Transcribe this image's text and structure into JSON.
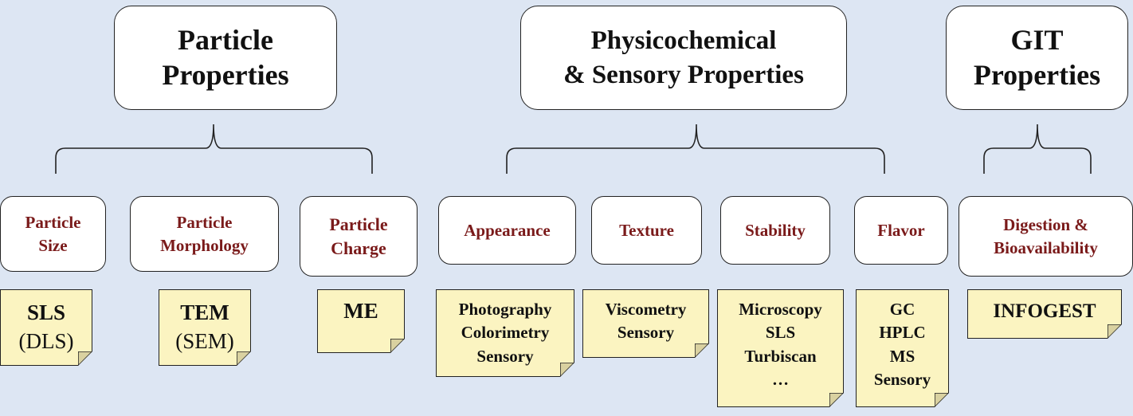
{
  "categories": [
    {
      "id": "particle",
      "lines": [
        "Particle",
        "Properties"
      ]
    },
    {
      "id": "physchem",
      "lines": [
        "Physicochemical",
        "& Sensory Properties"
      ]
    },
    {
      "id": "git",
      "lines": [
        "GIT",
        "Properties"
      ]
    }
  ],
  "properties": [
    {
      "id": "size",
      "lines": [
        "Particle",
        "Size"
      ]
    },
    {
      "id": "morphology",
      "lines": [
        "Particle",
        "Morphology"
      ]
    },
    {
      "id": "charge",
      "lines": [
        "Particle",
        "Charge"
      ]
    },
    {
      "id": "appearance",
      "lines": [
        "Appearance"
      ]
    },
    {
      "id": "texture",
      "lines": [
        "Texture"
      ]
    },
    {
      "id": "stability",
      "lines": [
        "Stability"
      ]
    },
    {
      "id": "flavor",
      "lines": [
        "Flavor"
      ]
    },
    {
      "id": "digestion",
      "lines": [
        "Digestion &",
        "Bioavailability"
      ]
    }
  ],
  "methods": [
    {
      "id": "size",
      "lines": [
        "SLS",
        "(DLS)"
      ]
    },
    {
      "id": "morphology",
      "lines": [
        "TEM",
        "(SEM)"
      ]
    },
    {
      "id": "charge",
      "lines": [
        "ME"
      ]
    },
    {
      "id": "appearance",
      "lines": [
        "Photography",
        "Colorimetry",
        "Sensory"
      ]
    },
    {
      "id": "texture",
      "lines": [
        "Viscometry",
        "Sensory"
      ]
    },
    {
      "id": "stability",
      "lines": [
        "Microscopy",
        "SLS",
        "Turbiscan",
        "…"
      ]
    },
    {
      "id": "flavor",
      "lines": [
        "GC",
        "HPLC",
        "MS",
        "Sensory"
      ]
    },
    {
      "id": "digestion",
      "lines": [
        "INFOGEST"
      ]
    }
  ]
}
